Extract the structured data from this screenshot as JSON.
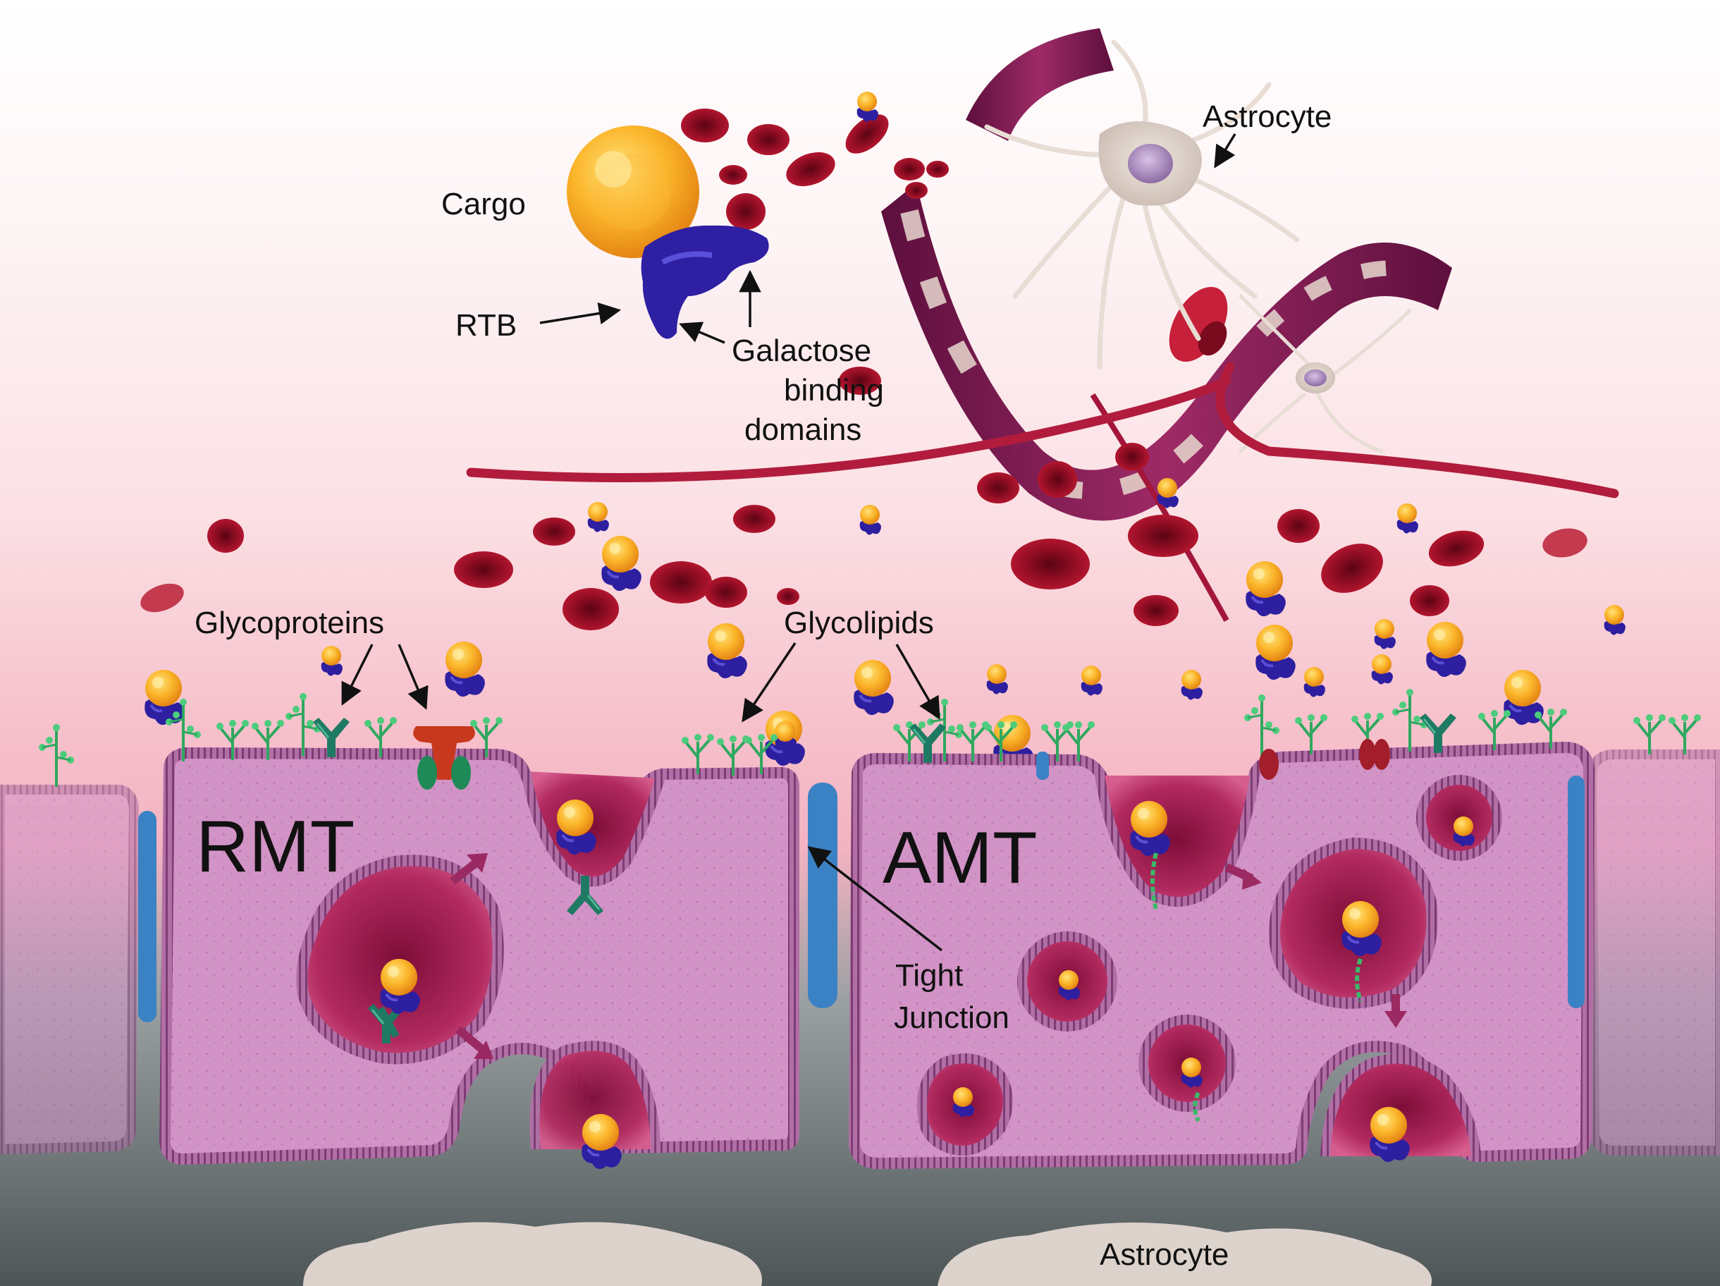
{
  "labels": {
    "cargo": "Cargo",
    "rtb": "RTB",
    "galactose_line1": "Galactose",
    "galactose_line2": "binding",
    "galactose_line3": "domains",
    "astrocyte_top": "Astrocyte",
    "glycoproteins": "Glycoproteins",
    "glycolipids": "Glycolipids",
    "rmt": "RMT",
    "amt": "AMT",
    "tight_junction_line1": "Tight",
    "tight_junction_line2": "Junction",
    "astrocyte_bottom": "Astrocyte"
  },
  "colors": {
    "cell_body": "#cf8cc3",
    "cell_membrane": "#8e4f86",
    "vesicle_lumen": "#a3184f",
    "red_blood_cell": "#a8102a",
    "cargo": "#f7a21a",
    "rtb": "#2e1fa3",
    "glycan": "#3cb86a",
    "glycoprotein": "#1f7a63",
    "transporter": "#c8381e",
    "tight_junction": "#3b82c4",
    "flow_arrow": "#9b2a62",
    "vessel": "#7a1d52",
    "astrocyte": "#d9cec6",
    "basement": "#5e6466"
  }
}
